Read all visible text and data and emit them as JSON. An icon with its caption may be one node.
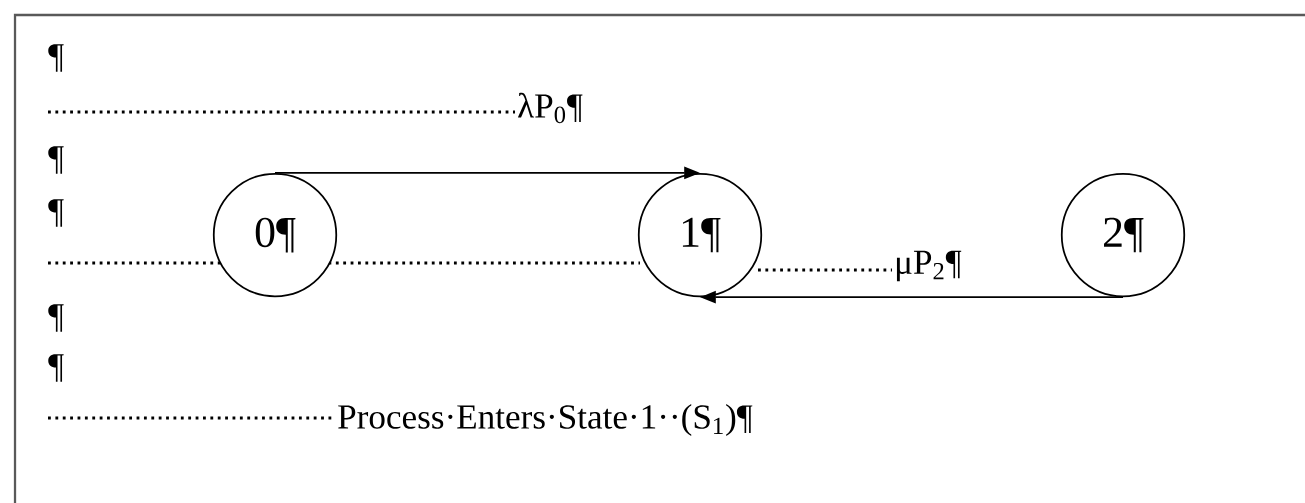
{
  "diagram": {
    "nodes": [
      {
        "text": [
          "0¶"
        ]
      },
      {
        "text": [
          "1¶"
        ]
      },
      {
        "text": [
          "2¶"
        ]
      }
    ],
    "edges": [
      {
        "from": 0,
        "to": 1,
        "arrow": "to",
        "label": "λP$_{0}$¶"
      },
      {
        "from": 2,
        "to": 1,
        "arrow": "to",
        "label": "μP$_{2}$¶"
      }
    ],
    "labels": [
      "¶",
      "¶",
      "¶",
      "¶",
      "¶",
      "Process·Enters·State·1··(S$_{1}$)¶"
    ]
  }
}
